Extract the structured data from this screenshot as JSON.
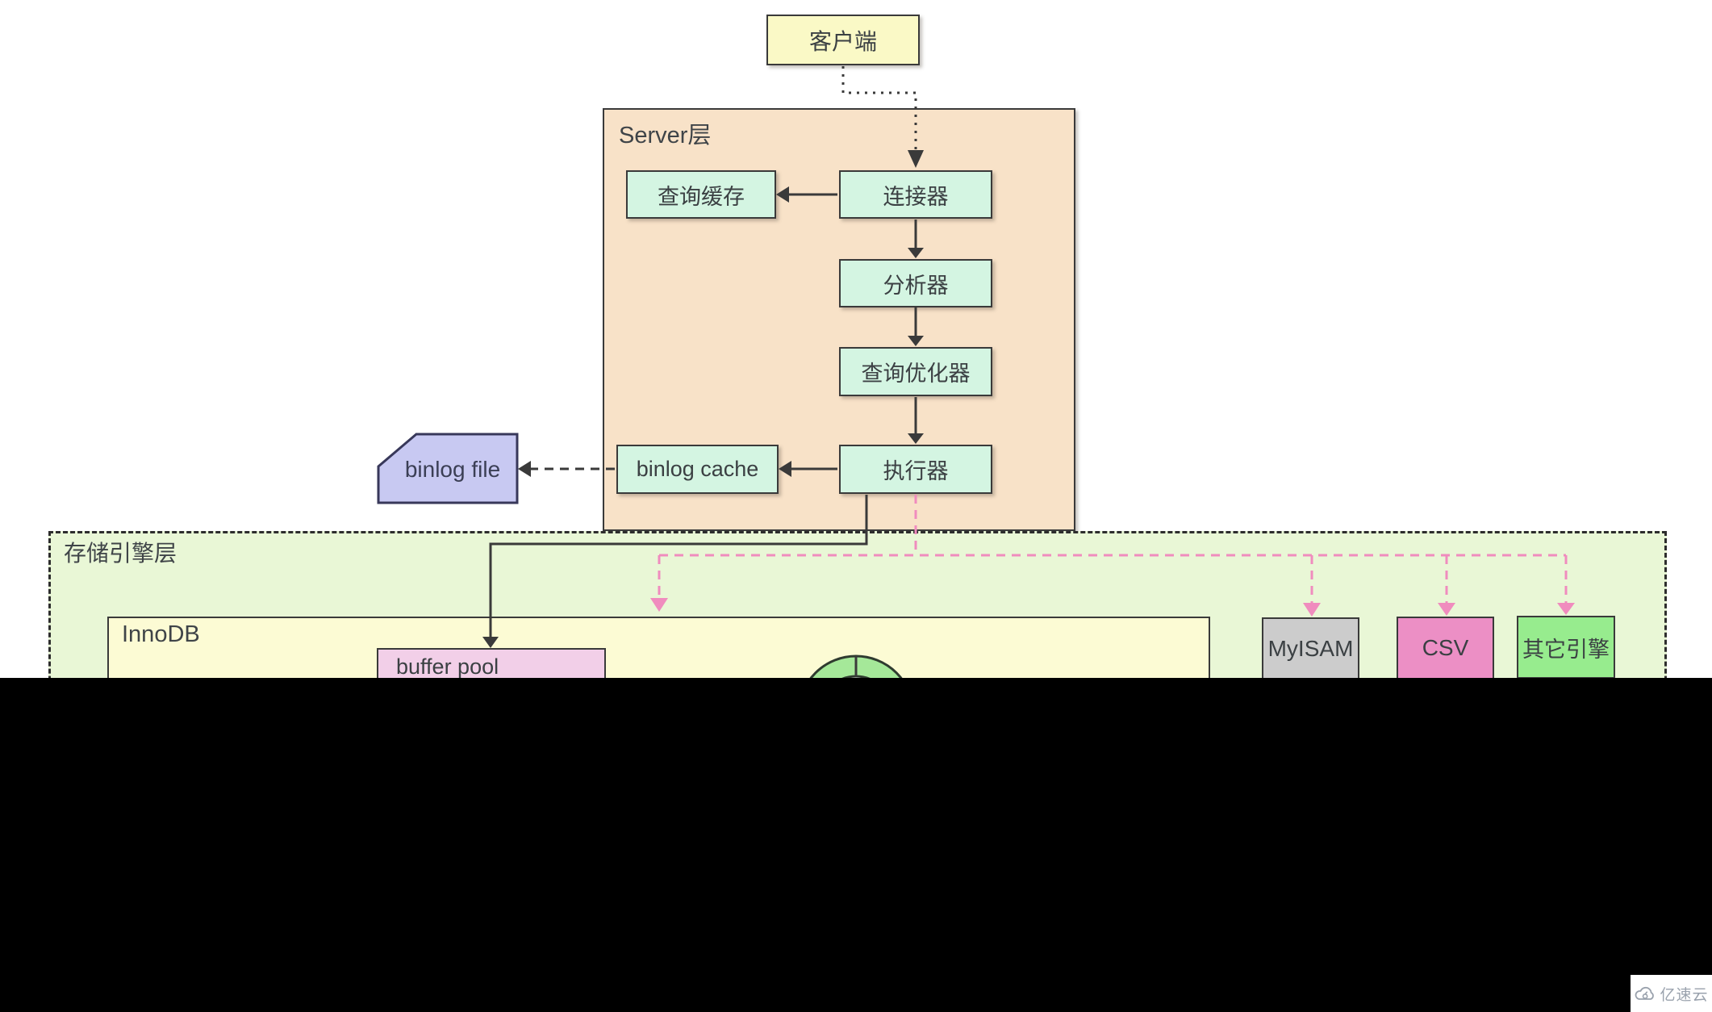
{
  "nodes": {
    "client": "客户端",
    "server_layer": "Server层",
    "query_cache": "查询缓存",
    "connector": "连接器",
    "analyzer": "分析器",
    "query_optimizer": "查询优化器",
    "binlog_cache": "binlog cache",
    "executor": "执行器",
    "binlog_file": "binlog file",
    "storage_layer": "存储引擎层",
    "innodb": "InnoDB",
    "buffer_pool": "buffer pool",
    "myisam": "MyISAM",
    "csv": "CSV",
    "other_engines": "其它引擎"
  },
  "watermark": {
    "brand": "亿速云",
    "icon": "cloud-icon"
  },
  "colors": {
    "client_fill": "#FAF9C6",
    "server_fill": "#F8E2C8",
    "process_box_fill": "#D4F5E2",
    "binlog_file_fill": "#C8C9F2",
    "storage_layer_fill": "#E9F7D6",
    "innodb_fill": "#FCFBD4",
    "buffer_pool_fill": "#F2CFE8",
    "myisam_fill": "#CCCCCC",
    "csv_fill": "#EC8FC5",
    "other_engines_fill": "#97EC8E",
    "redo_ring_fill": "#A5E899",
    "pink_flow_line": "#F08CBE",
    "border": "#3A3A3A",
    "watermark_gray": "#9AA2AD",
    "mask": "#000000"
  }
}
